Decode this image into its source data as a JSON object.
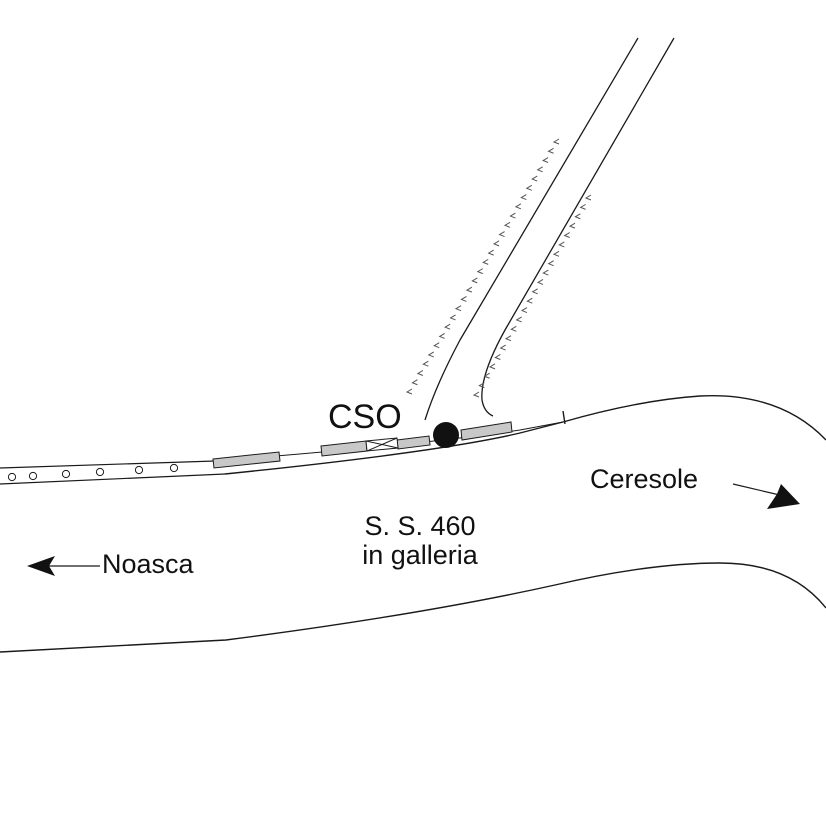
{
  "map": {
    "labels": {
      "station": "CSO",
      "destination_right": "Ceresole",
      "destination_left": "Noasca",
      "road_line1": "S. S. 460",
      "road_line2": "in galleria"
    },
    "colors": {
      "line": "#1a1a1a",
      "structure_fill": "#c8c8c8",
      "station_fill": "#111111",
      "background": "#ffffff"
    },
    "icons": {
      "station": "station-dot-icon",
      "arrow_right": "arrow-right-icon",
      "arrow_left": "arrow-left-icon"
    }
  }
}
